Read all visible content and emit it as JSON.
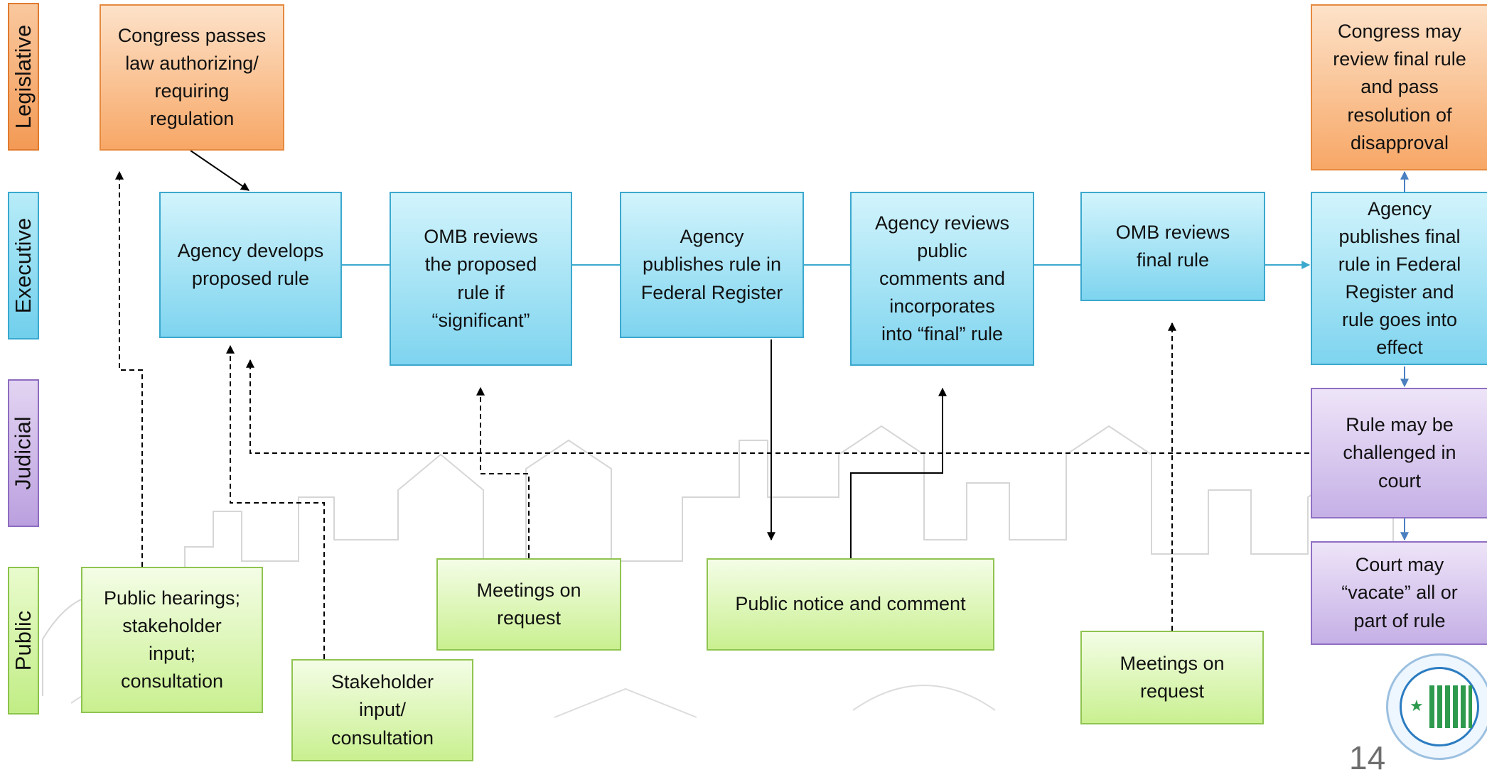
{
  "lanes": {
    "legislative": "Legislative",
    "executive": "Executive",
    "judicial": "Judicial",
    "public": "Public"
  },
  "boxes": {
    "congress_passes": "Congress passes\nlaw authorizing/\nrequiring\nregulation",
    "congress_review": "Congress may\nreview final rule\nand pass\nresolution of\ndisapproval",
    "agency_develops": "Agency develops\nproposed rule",
    "omb_proposed": "OMB reviews\nthe proposed\nrule if\n“significant”",
    "agency_publishes_rule": "Agency\npublishes rule in\nFederal Register",
    "agency_reviews_comments": "Agency reviews\npublic\ncomments  and\nincorporates\ninto “final” rule",
    "omb_final": "OMB reviews\nfinal rule",
    "agency_publishes_final": "Agency\npublishes final\nrule in Federal\nRegister and\nrule goes into\neffect",
    "rule_challenged": "Rule may be\nchallenged in\ncourt",
    "court_vacate": "Court may\n“vacate” all or\npart of rule",
    "public_hearings": "Public hearings;\nstakeholder\ninput;\nconsultation",
    "stakeholder_input": "Stakeholder\ninput/\nconsultation",
    "meetings_1": "Meetings on\nrequest",
    "public_notice": "Public notice and comment",
    "meetings_2": "Meetings on\nrequest"
  },
  "page_number": "14",
  "logo_name": "hud-seal-icon",
  "colors": {
    "legislative": "#f7a766",
    "executive": "#7ed4ef",
    "judicial": "#c5b0e6",
    "public": "#c9f090",
    "flow_arrow": "#3ba8ce",
    "court_arrow": "#4a7fc0"
  }
}
